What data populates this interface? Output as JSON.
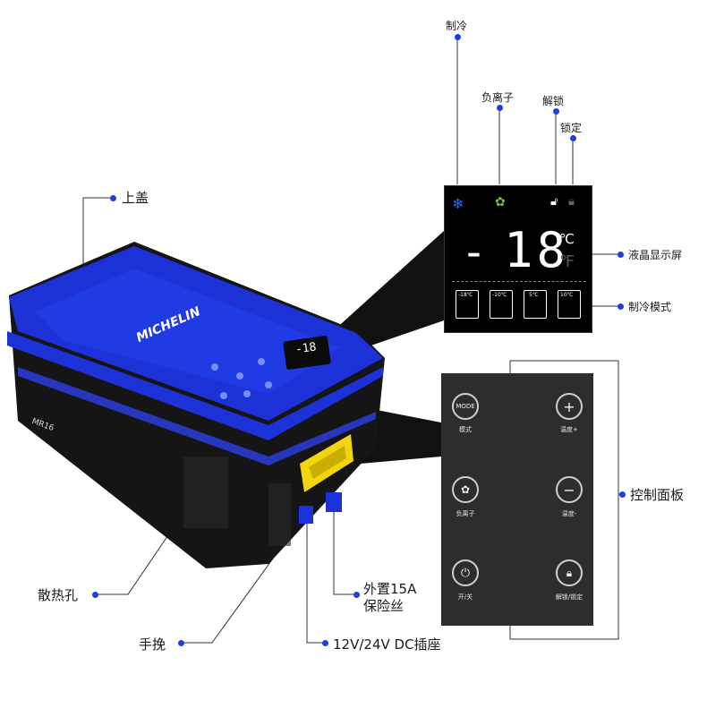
{
  "callouts": {
    "cooling": "制冷",
    "anion": "负离子",
    "unlock": "解锁",
    "lock": "锁定",
    "lid": "上盖",
    "lcd": "液晶显示屏",
    "cool_mode": "制冷模式",
    "control_panel": "控制面板",
    "vents": "散热孔",
    "fuse_line1": "外置15A",
    "fuse_line2": "保险丝",
    "handle": "手挽",
    "dc_socket": "12V/24V  DC插座"
  },
  "fridge": {
    "brand": "MICHELIN",
    "model": "MR16",
    "mini_display": "-18"
  },
  "lcd_screen": {
    "sign": "-",
    "value": "18",
    "unit_c": "℃",
    "unit_f": "℉",
    "modes": [
      "-18℃",
      "-10℃",
      "5℃",
      "10℃"
    ]
  },
  "panel_buttons": {
    "mode_text": "MODE",
    "mode": "模式",
    "temp_up": "温度+",
    "anion": "负离子",
    "temp_down": "温度-",
    "power": "开/关",
    "lock_unlock": "解锁/锁定"
  },
  "colors": {
    "accent_dot": "#1b3fe0",
    "fridge_blue": "#1c31d6",
    "handle_yellow": "#f2d411",
    "snowflake": "#2a6cff",
    "leaf": "#6fc23a"
  }
}
